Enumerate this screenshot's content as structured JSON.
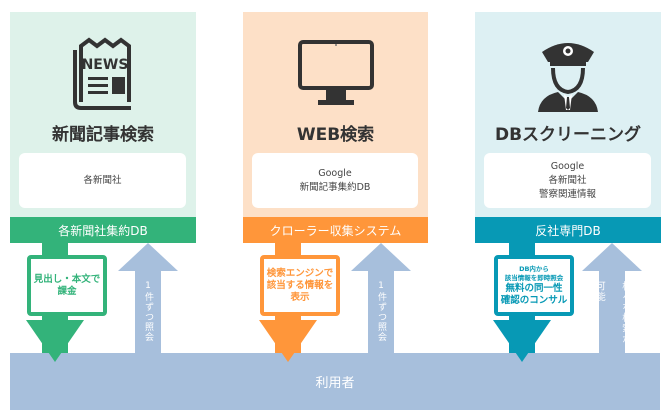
{
  "columns": [
    {
      "title": "新聞記事検索",
      "icon": "newspaper-icon",
      "icon_text": "NEWS",
      "sources": [
        "各新聞社"
      ],
      "band_label": "各新聞社集約DB",
      "color": "#33b37a",
      "down_box_lines": [
        "見出し・本文で",
        "課金"
      ],
      "up_label": "1件ずつ照会"
    },
    {
      "title": "WEB検索",
      "icon": "monitor-icon",
      "sources": [
        "Google",
        "新聞記事集約DB"
      ],
      "band_label": "クローラー収集システム",
      "color": "#ff963a",
      "down_box_lines": [
        "検索エンジンで",
        "該当する情報を",
        "表示"
      ],
      "up_label": "1件ずつ照会"
    },
    {
      "title": "DBスクリーニング",
      "icon": "police-officer-icon",
      "sources": [
        "Google",
        "各新聞社",
        "警察関連情報"
      ],
      "band_label": "反社専門DB",
      "color": "#0799b5",
      "down_box_small_lines": [
        "DB内から",
        "該当情報を即時照会"
      ],
      "down_box_lines": [
        "無料の同一性",
        "確認のコンサル"
      ],
      "up_label": "様々な検索が可能"
    }
  ],
  "user_bar": {
    "label": "利用者",
    "color": "#a7bfdc"
  }
}
